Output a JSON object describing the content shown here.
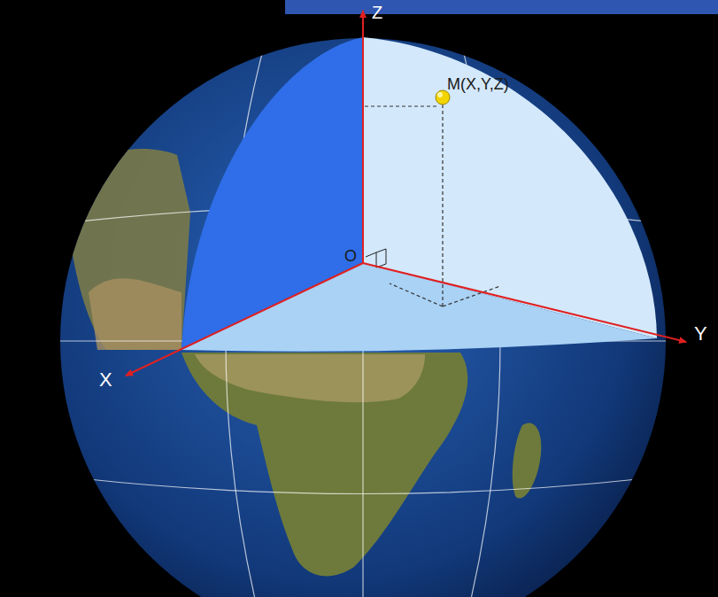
{
  "diagram": {
    "labels": [
      "Z",
      "M(X,Y,Z)",
      "O",
      "Y",
      "X"
    ]
  }
}
